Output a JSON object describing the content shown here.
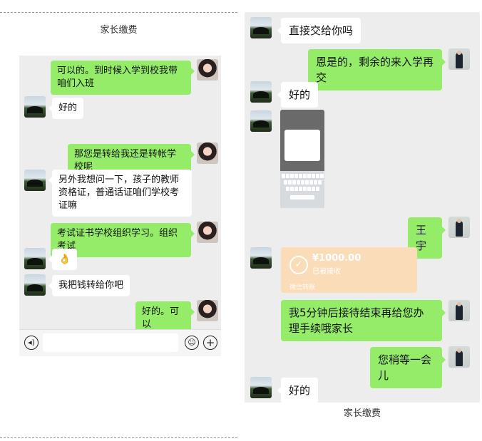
{
  "left": {
    "title": "家长缴费",
    "messages": [
      {
        "side": "out",
        "text": "可以的。到时候入学到校我带咱们入班"
      },
      {
        "side": "in",
        "text": "好的"
      },
      {
        "side": "out",
        "text": "那您是转给我还是转帐学校呢"
      },
      {
        "side": "in",
        "text": "另外我想问一下，孩子的教师资格证，普通话证咱们学校考证嘛"
      },
      {
        "side": "out",
        "text": "考试证书学校组织学习。组织考试"
      },
      {
        "side": "in",
        "text": "👌"
      },
      {
        "side": "in",
        "text": "我把钱转给你吧"
      },
      {
        "side": "out",
        "text": "好的。可以"
      }
    ],
    "input": {
      "voice_icon": "voice-icon",
      "emoji_icon": "emoji-icon",
      "plus_icon": "plus-icon"
    }
  },
  "right": {
    "caption": "家长缴费",
    "messages": [
      {
        "side": "in",
        "text": "直接交给你吗"
      },
      {
        "side": "out",
        "text": "恩是的，剩余的来入学再交"
      },
      {
        "side": "in",
        "text": "好的"
      },
      {
        "side": "out",
        "text": "王宇"
      },
      {
        "side": "out",
        "text": "我5分钟后接待结束再给您办理手续哦家长"
      },
      {
        "side": "out",
        "text": "您稍等一会儿"
      },
      {
        "side": "in",
        "text": "好的"
      }
    ],
    "transfer": {
      "amount": "¥1000.00",
      "status": "已被接收",
      "footer": "微信转账"
    }
  }
}
